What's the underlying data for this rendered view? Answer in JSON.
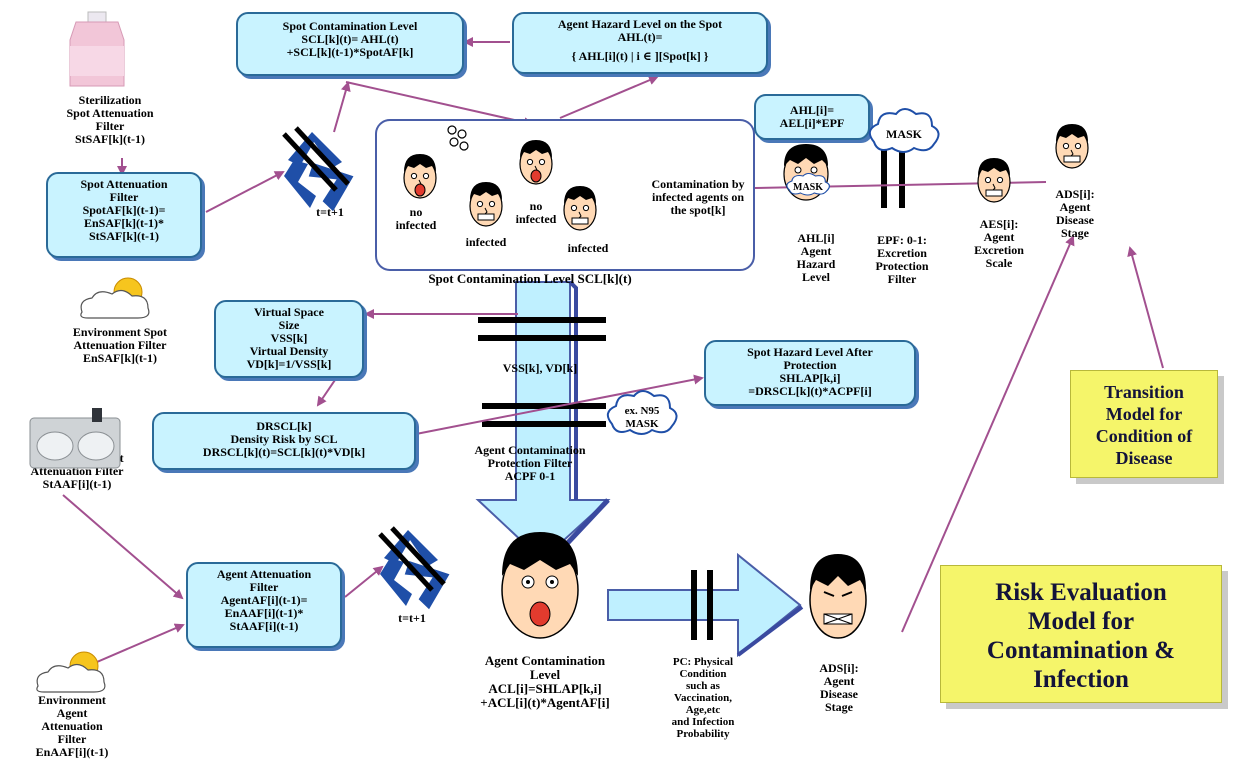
{
  "boxes": {
    "scl_box": [
      "Spot Contamination Level",
      "SCL[k](t)= AHL(t)",
      "+SCL[k](t-1)*SpotAF[k]"
    ],
    "ahl_spot_box": [
      "Agent Hazard Level on the Spot",
      "AHL(t)=",
      "{ AHL[i](t) | i ∈ ][Spot[k] }"
    ],
    "spotaf_box": [
      "Spot Attenuation",
      "Filter",
      "SpotAF[k](t-1)=",
      "EnSAF[k](t-1)*",
      "StSAF[k](t-1)"
    ],
    "ahl_i_box": [
      "AHL[i]=",
      "AEL[i]*EPF"
    ],
    "contam_box": [
      "Contamination by",
      "infected agents on",
      "the spot[k]"
    ],
    "vss_box": [
      "Virtual Space",
      "Size",
      "VSS[k]",
      "Virtual Density",
      "VD[k]=1/VSS[k]"
    ],
    "shlap_box": [
      "Spot Hazard Level After",
      "Protection",
      "SHLAP[k,i]",
      "=DRSCL[k](t)*ACPF[i]"
    ],
    "drscl_box": [
      "DRSCL[k]",
      "Density Risk by SCL",
      "DRSCL[k](t)=SCL[k](t)*VD[k]"
    ],
    "agentaf_box": [
      "Agent Attenuation",
      "Filter",
      "AgentAF[i](t-1)=",
      "EnAAF[i](t-1)*",
      "StAAF[i](t-1)"
    ]
  },
  "labels": {
    "sterilization_spot": [
      "Sterilization",
      "Spot Attenuation",
      "Filter",
      "StSAF[k](t-1)"
    ],
    "env_spot": [
      "Environment Spot",
      "Attenuation Filter",
      "EnSAF[k](t-1)"
    ],
    "tt1_top": [
      "t=t+1"
    ],
    "tt1_bottom": [
      "t=t+1"
    ],
    "no_infected_1": [
      "no",
      "infected"
    ],
    "infected_1": [
      "infected"
    ],
    "no_infected_2": [
      "no",
      "infected"
    ],
    "infected_2": [
      "infected"
    ],
    "spot_scl_caption": [
      "Spot Contamination Level SCL[k](t)"
    ],
    "ahl_agent": [
      "AHL[i]",
      "Agent",
      "Hazard",
      "Level"
    ],
    "epf": [
      "EPF: 0-1:",
      "Excretion",
      "Protection",
      "Filter"
    ],
    "aes": [
      "AES[i]:",
      "Agent",
      "Excretion",
      "Scale"
    ],
    "ads_top": [
      "ADS[i]:",
      "Agent",
      "Disease",
      "Stage"
    ],
    "vss_vd": [
      "VSS[k],  VD[k]"
    ],
    "acpf": [
      "Agent Contamination",
      "Protection Filter",
      "ACPF 0-1"
    ],
    "sterilization_agent": [
      "SterilizationAgent",
      "Attenuation Filter",
      "StAAF[i](t-1)"
    ],
    "env_agent": [
      "Environment",
      "Agent",
      "Attenuation",
      "Filter",
      "EnAAF[i](t-1)"
    ],
    "acl": [
      "Agent Contamination",
      "Level",
      "ACL[i]=SHLAP[k,i]",
      "+ACL[i](t)*AgentAF[i]"
    ],
    "pc": [
      "PC: Physical",
      "Condition",
      "such as",
      "Vaccination,",
      "Age,etc",
      "and Infection",
      "Probability"
    ],
    "ads_bottom": [
      "ADS[i]:",
      "Agent",
      "Disease",
      "Stage"
    ]
  },
  "clouds": {
    "mask": "MASK",
    "n95": [
      "ex. N95",
      "MASK"
    ],
    "face_mask": "MASK"
  },
  "yellow": {
    "transition": [
      "Transition",
      "Model for",
      "Condition of",
      "Disease"
    ],
    "risk": [
      "Risk Evaluation",
      "Model for",
      "Contamination &",
      "Infection"
    ]
  },
  "colors": {
    "box_fill": "#c9f3ff",
    "box_border": "#2a6a98",
    "arrow": "#a2508f",
    "recycle": "#1f4fa8",
    "yellow": "#f5f56a",
    "yellow_text": "#13133a"
  }
}
